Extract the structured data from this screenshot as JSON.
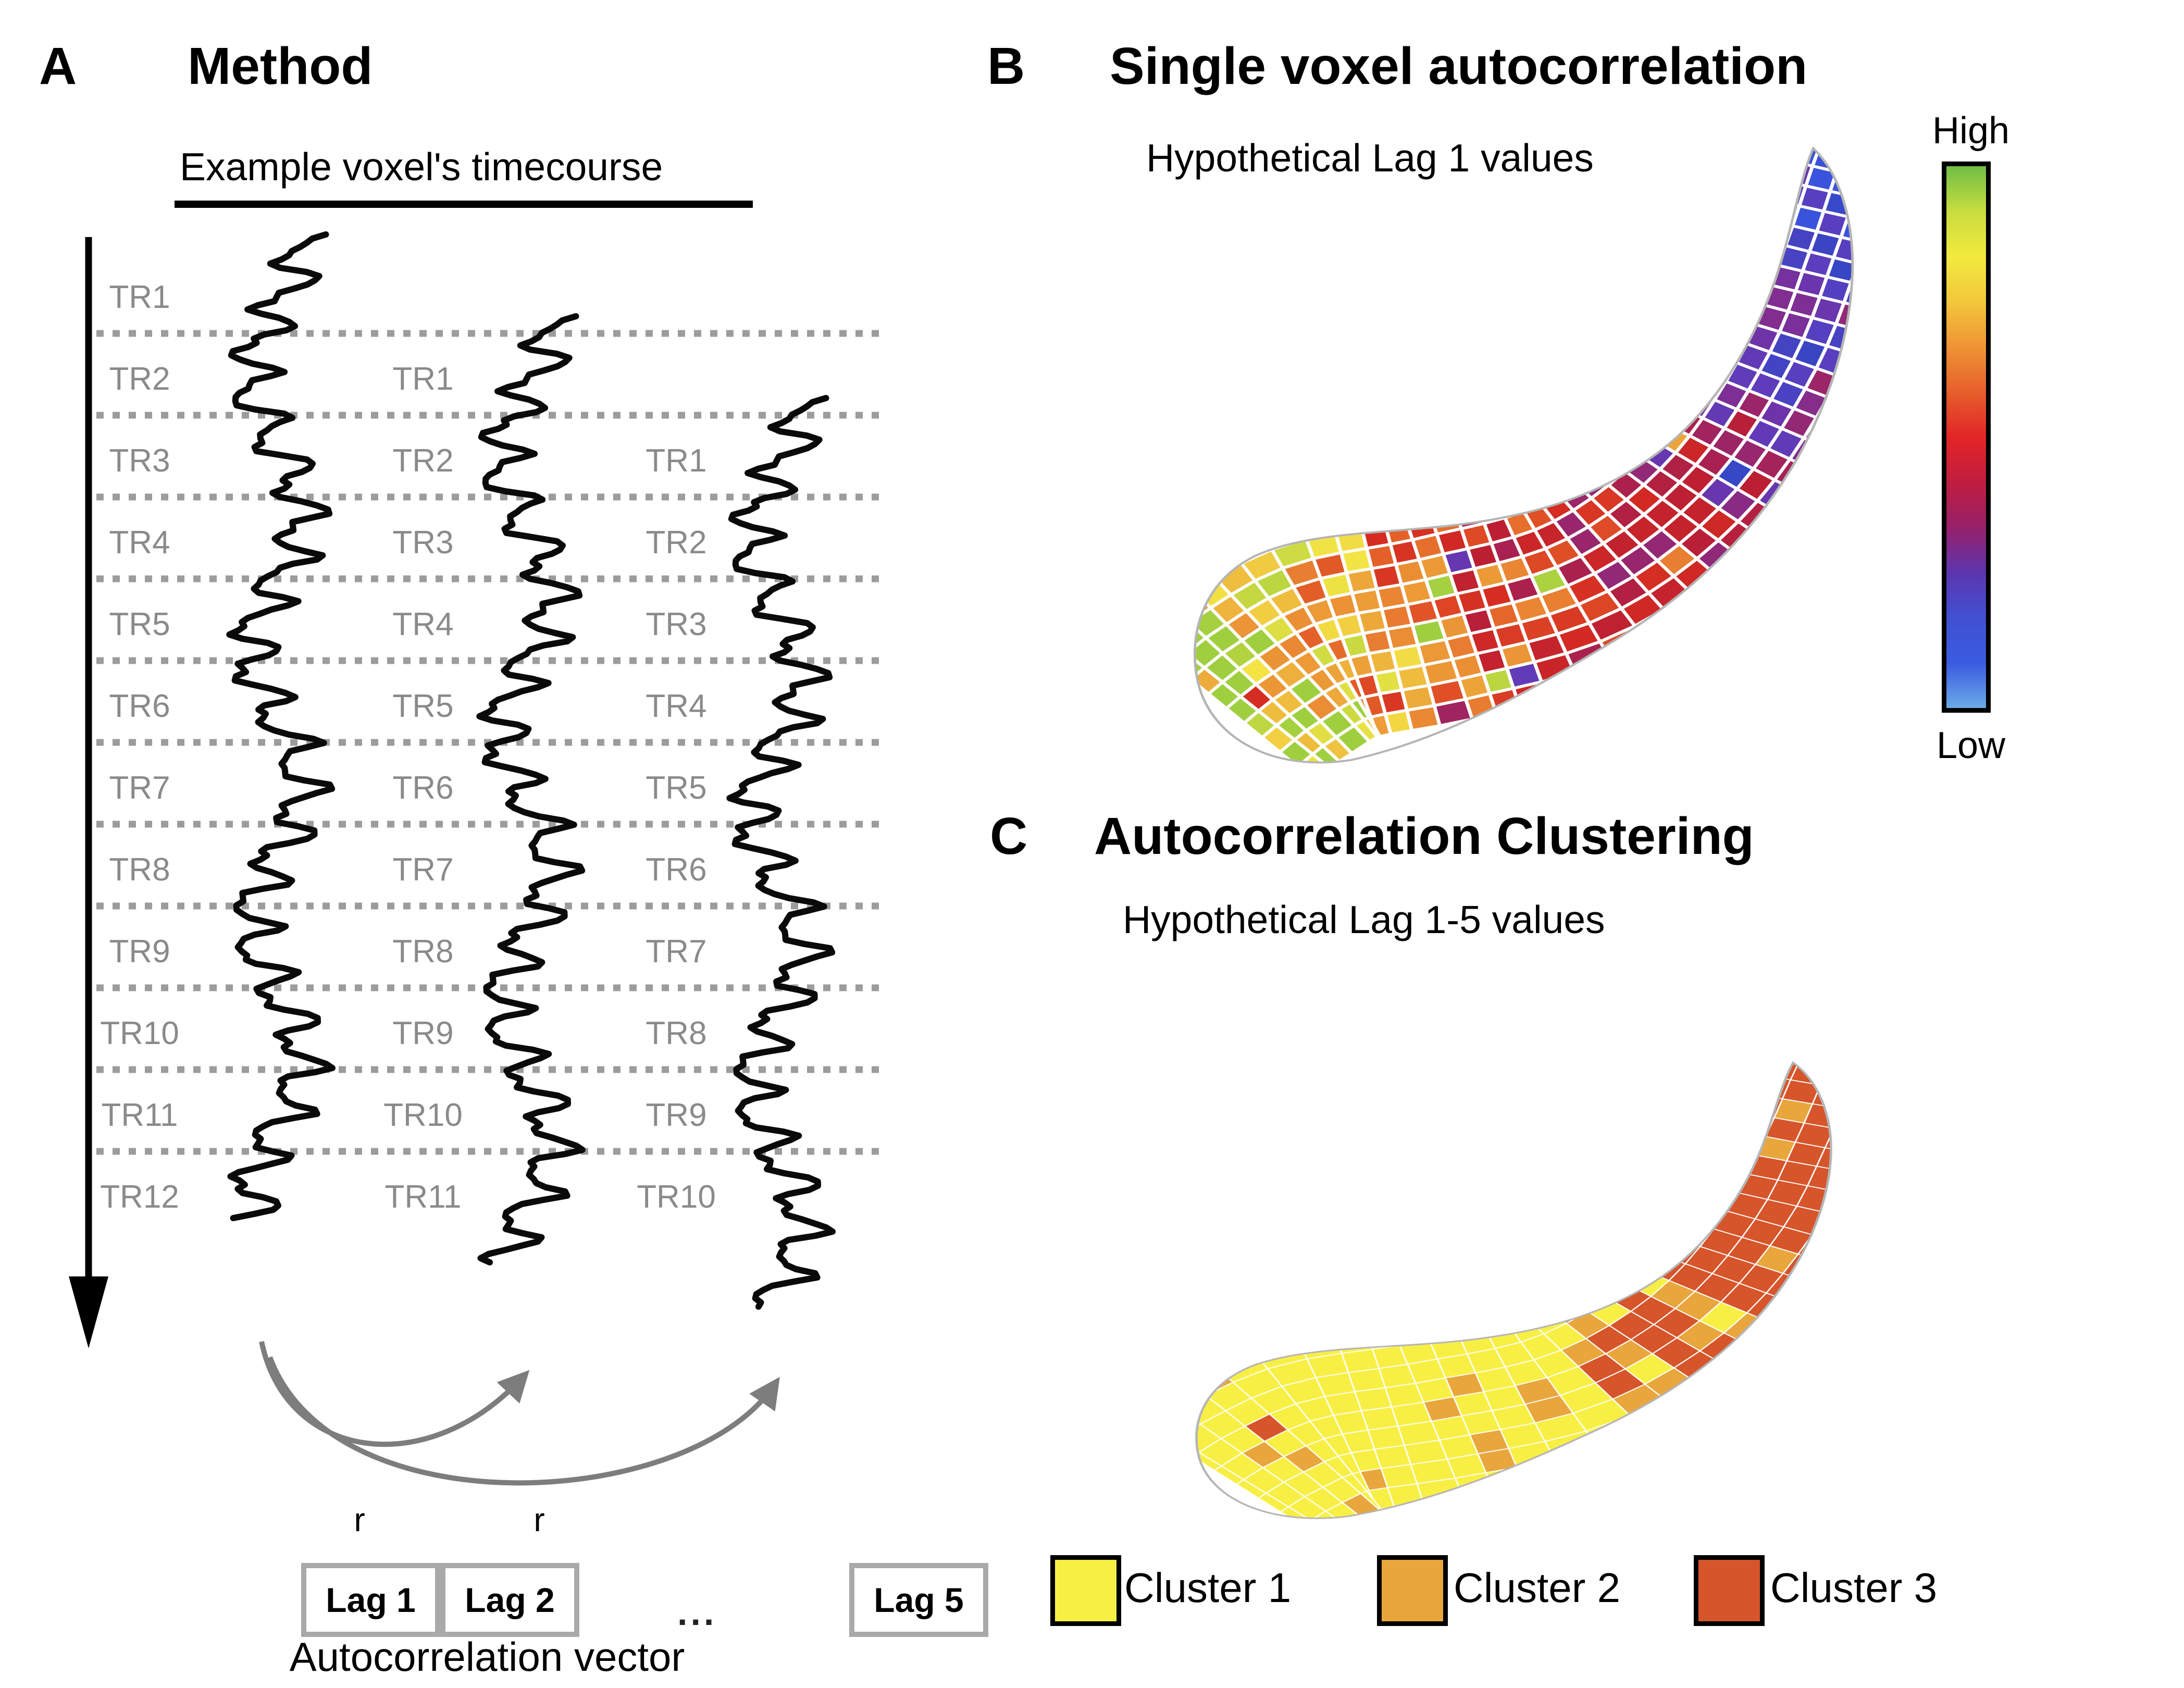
{
  "figure": {
    "panelA": {
      "label": "A",
      "title": "Method",
      "subtitle": "Example voxel's timecourse",
      "tr_columns": [
        [
          "TR1",
          "TR2",
          "TR3",
          "TR4",
          "TR5",
          "TR6",
          "TR7",
          "TR8",
          "TR9",
          "TR10",
          "TR11",
          "TR12"
        ],
        [
          "TR1",
          "TR2",
          "TR3",
          "TR4",
          "TR5",
          "TR6",
          "TR7",
          "TR8",
          "TR9",
          "TR10",
          "TR11"
        ],
        [
          "TR1",
          "TR2",
          "TR3",
          "TR4",
          "TR5",
          "TR6",
          "TR7",
          "TR8",
          "TR9",
          "TR10"
        ]
      ],
      "r_labels": [
        "r",
        "r"
      ],
      "lag_boxes": [
        "Lag 1",
        "Lag 2",
        "Lag 5"
      ],
      "ellipsis": "...",
      "caption": "Autocorrelation vector",
      "line_color": "#0a0a0a",
      "dotted_color": "#9c9c9c",
      "arc_color": "#7d7d7d"
    },
    "panelB": {
      "label": "B",
      "title": "Single voxel autocorrelation",
      "subtitle": "Hypothetical Lag 1 values",
      "colorbar": {
        "high": "High",
        "low": "Low",
        "stops": [
          "#6fbe45",
          "#c8dc3f",
          "#f2ea3e",
          "#f3c73c",
          "#ef9335",
          "#e65f2b",
          "#e32526",
          "#c01d3f",
          "#97206a",
          "#5c35ae",
          "#4150d2",
          "#3a5be0",
          "#6aaae8"
        ]
      },
      "mosaic": {
        "seed": 7,
        "pitch": 50,
        "gap": 7,
        "outline": "#b5b5b5",
        "jitter": 0.16,
        "outlier_rate": 0.1,
        "outlier_spread": 0.45,
        "stops": [
          [
            0,
            "#3a53dc"
          ],
          [
            0.1,
            "#3646c4"
          ],
          [
            0.2,
            "#5a3fc0"
          ],
          [
            0.3,
            "#6c34ab"
          ],
          [
            0.38,
            "#8e2a7e"
          ],
          [
            0.46,
            "#a52257"
          ],
          [
            0.54,
            "#bb1f33"
          ],
          [
            0.62,
            "#d42a22"
          ],
          [
            0.7,
            "#e25727"
          ],
          [
            0.78,
            "#ea8833"
          ],
          [
            0.86,
            "#eeb63d"
          ],
          [
            0.93,
            "#f3e445"
          ],
          [
            1,
            "#9fcf3f"
          ]
        ]
      }
    },
    "panelC": {
      "label": "C",
      "title": "Autocorrelation Clustering",
      "subtitle": "Hypothetical Lag 1-5 values",
      "legend": [
        {
          "label": "Cluster 1",
          "color": "#f8ef45"
        },
        {
          "label": "Cluster 2",
          "color": "#e9a63c"
        },
        {
          "label": "Cluster 3",
          "color": "#d6552b"
        }
      ],
      "mosaic": {
        "seed": 13,
        "pitch": 64,
        "gap": 3,
        "outline": "#b5b5b5",
        "bands": [
          {
            "max": 0.4,
            "w": [
              0.02,
              0.1,
              0.88
            ]
          },
          {
            "max": 0.52,
            "w": [
              0.18,
              0.34,
              0.48
            ]
          },
          {
            "max": 0.64,
            "w": [
              0.55,
              0.33,
              0.12
            ]
          },
          {
            "max": 1.01,
            "w": [
              0.88,
              0.1,
              0.02
            ]
          }
        ]
      }
    }
  }
}
